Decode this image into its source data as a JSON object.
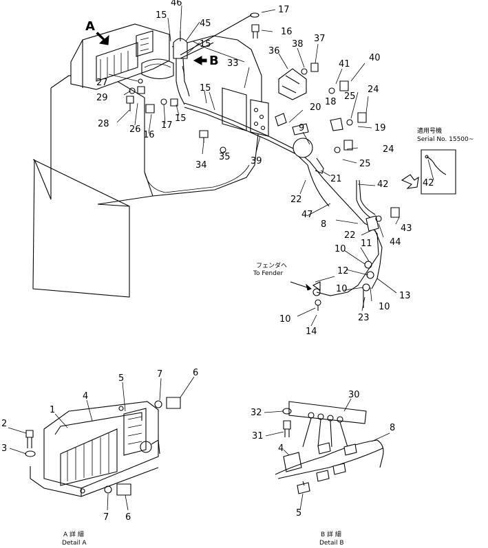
{
  "labels": {
    "view_a": "A",
    "view_b": "B",
    "n1": "1",
    "n2": "2",
    "n3": "3",
    "n4": "4",
    "n5": "5",
    "n6": "6",
    "n7": "7",
    "n8": "8",
    "n9": "9",
    "n10": "10",
    "n11": "11",
    "n12": "12",
    "n13": "13",
    "n14": "14",
    "n15": "15",
    "n16": "16",
    "n17": "17",
    "n18": "18",
    "n19": "19",
    "n20": "20",
    "n21": "21",
    "n22": "22",
    "n23": "23",
    "n24": "24",
    "n25": "25",
    "n26": "26",
    "n27": "27",
    "n28": "28",
    "n29": "29",
    "n30": "30",
    "n31": "31",
    "n32": "32",
    "n33": "33",
    "n34": "34",
    "n35": "35",
    "n36": "36",
    "n37": "37",
    "n38": "38",
    "n39": "39",
    "n40": "40",
    "n41": "41",
    "n42": "42",
    "n43": "43",
    "n44": "44",
    "n45": "45",
    "n46": "46",
    "n47": "47"
  },
  "notes": {
    "serial_jp": "適用号機",
    "serial_en": "Serial No. 15500~",
    "fender_jp": "フェンダヘ",
    "fender_en": "To Fender",
    "detail_a_jp": "A 詳 細",
    "detail_a_en": "Detail A",
    "detail_b_jp": "B 詳 細",
    "detail_b_en": "Detail B"
  }
}
